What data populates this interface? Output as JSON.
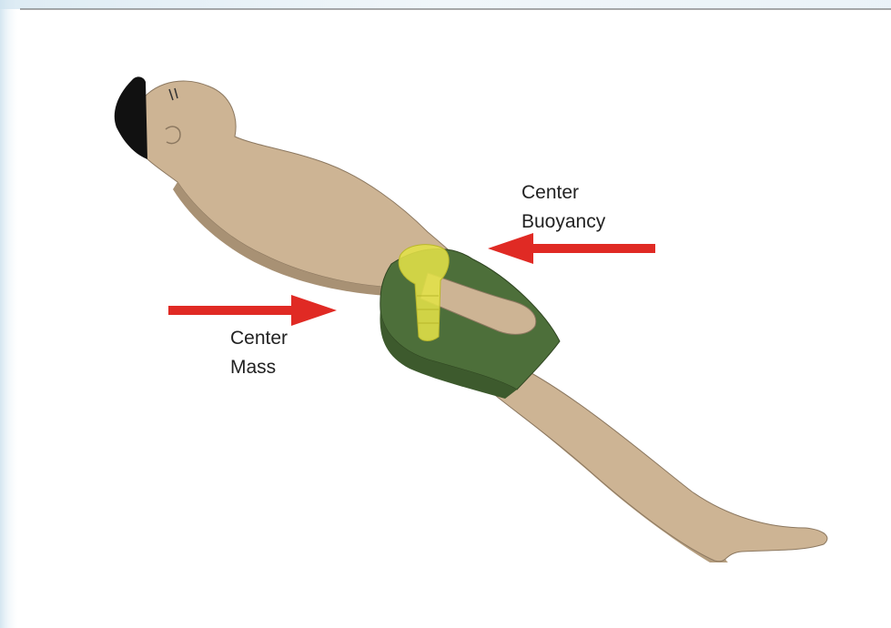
{
  "labels": {
    "buoyancy_line1": "Center",
    "buoyancy_line2": "Buoyancy",
    "mass_line1": "Center",
    "mass_line2": "Mass"
  },
  "colors": {
    "skin": "#cdb494",
    "skin_shadow": "#a89174",
    "shorts": "#4d6f3a",
    "shorts_dark": "#3d5a2d",
    "lungs": "#e3e148",
    "hair": "#111111",
    "arrow": "#e02a24",
    "background_tint": "#cfe3ef"
  },
  "icons": {
    "buoyancy_arrow": "arrow-left",
    "mass_arrow": "arrow-right"
  }
}
